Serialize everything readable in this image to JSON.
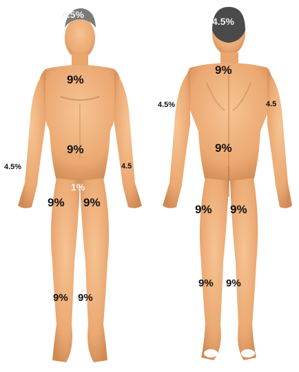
{
  "figures": {
    "front": {
      "head": "4.5%",
      "chest": "9%",
      "abdomen": "9%",
      "right_arm": "4.5%",
      "left_arm": "4.5",
      "genitals": "1%",
      "right_thigh": "9%",
      "left_thigh": "9%",
      "right_lower_leg": "9%",
      "left_lower_leg": "9%"
    },
    "back": {
      "head": "4.5%",
      "upper_back": "9%",
      "lower_back": "9%",
      "left_arm": "4.5%",
      "right_arm": "4.5",
      "left_thigh": "9%",
      "right_thigh": "9%",
      "left_lower_leg": "9%",
      "right_lower_leg": "9%"
    }
  },
  "colors": {
    "skin": "#f0b27a",
    "skin_shadow": "#c9834f",
    "hair_front": "#7a7a78",
    "hair_back": "#4a4a4a",
    "label": "#111111"
  }
}
